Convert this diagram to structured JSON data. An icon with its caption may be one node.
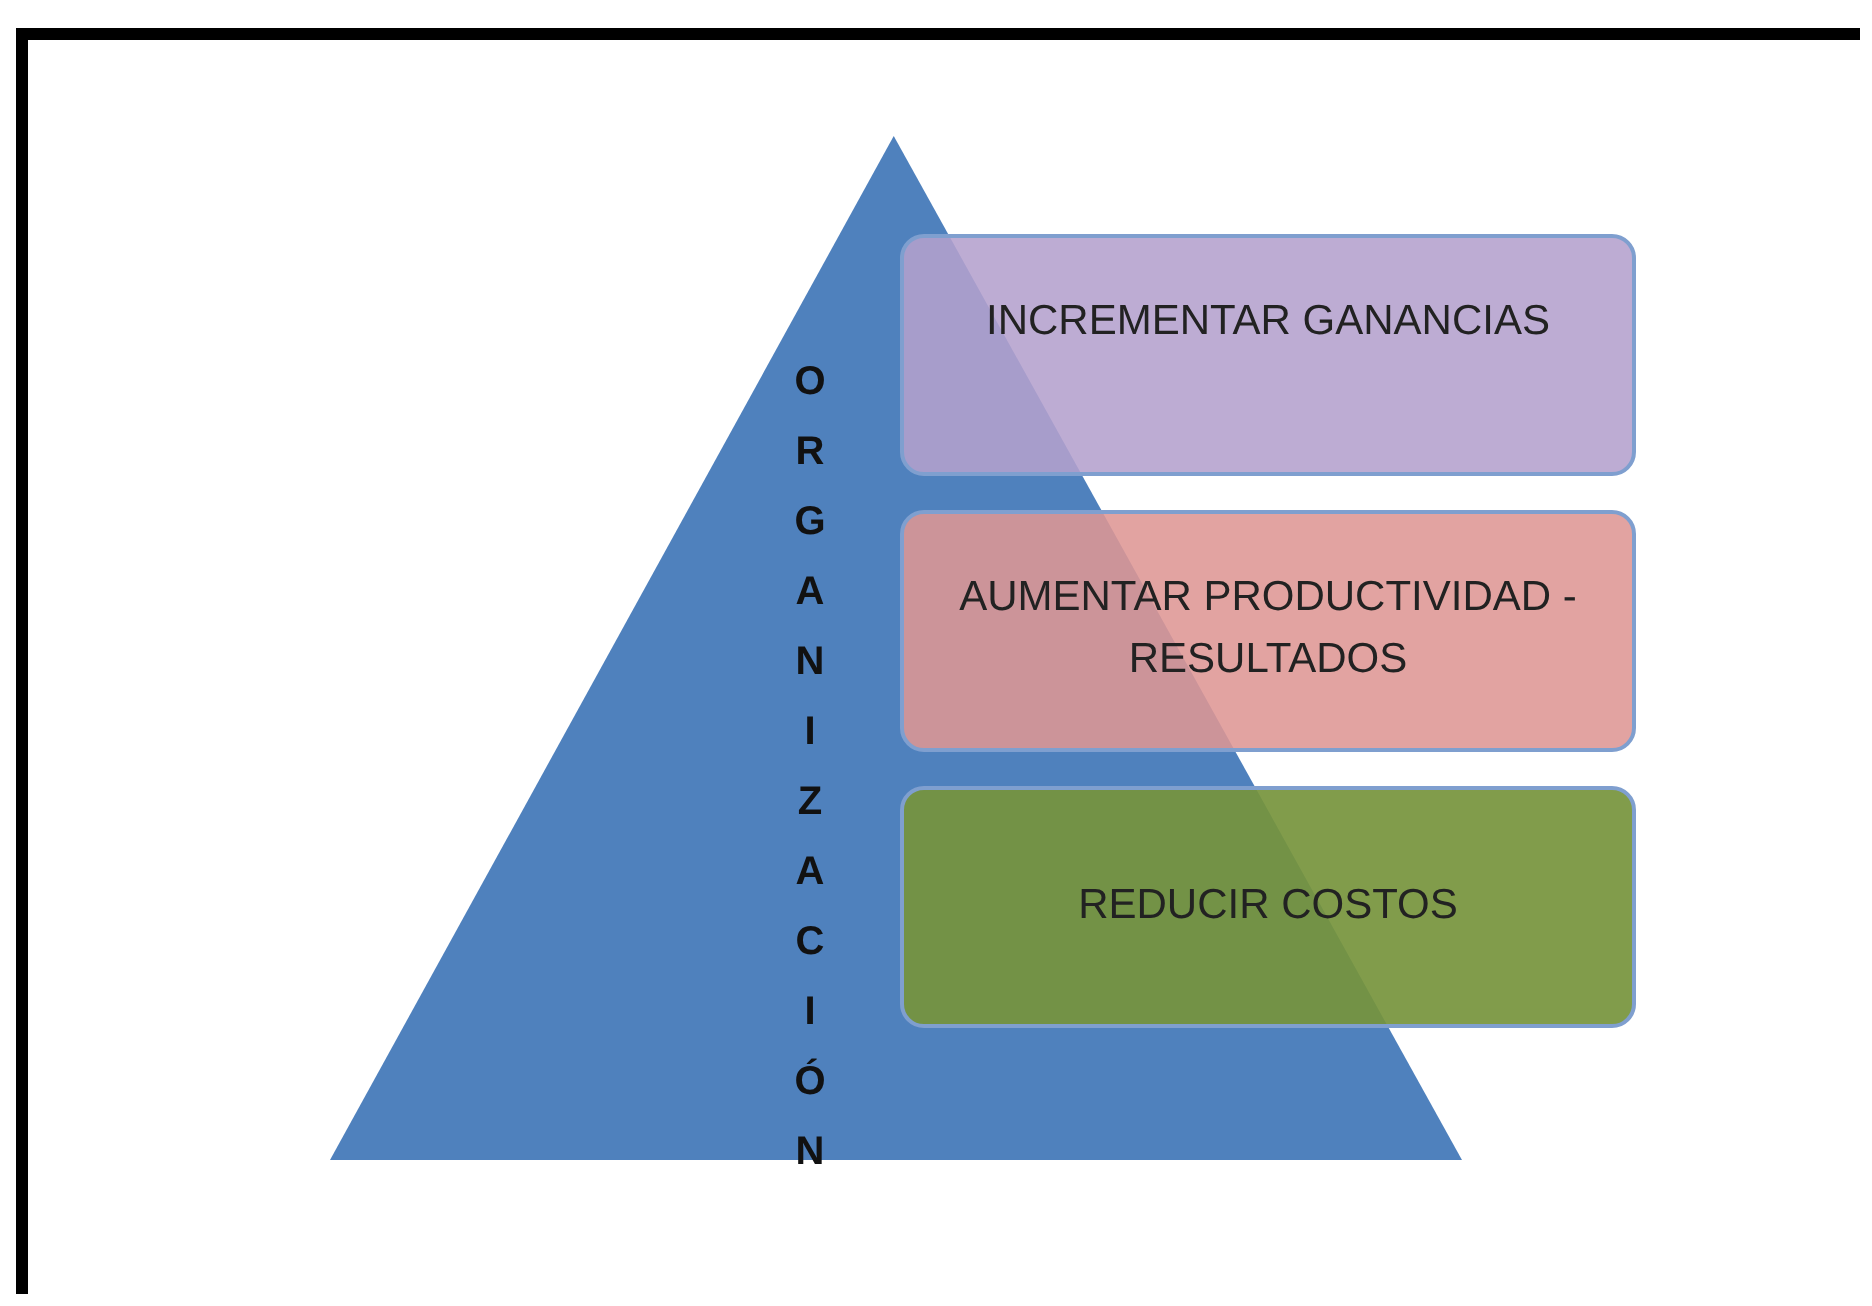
{
  "diagram": {
    "nodes": [
      {
        "text": [
          "ORGANIZACIÓN"
        ]
      },
      {
        "text": [
          "INCREMENTAR GANANCIAS"
        ]
      },
      {
        "text": [
          "AUMENTAR PRODUCTIVIDAD - RESULTADOS"
        ]
      },
      {
        "text": [
          "REDUCIR COSTOS"
        ]
      }
    ]
  }
}
